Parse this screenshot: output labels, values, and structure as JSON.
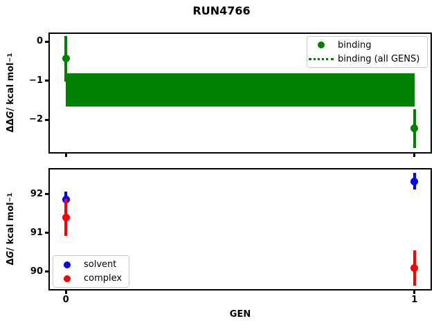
{
  "figure": {
    "title": "RUN4766",
    "background": "#ffffff"
  },
  "colors": {
    "binding": "#008000",
    "solvent": "#0000ff",
    "complex": "#ff0000",
    "spine": "#000000",
    "legend_border": "#cccccc"
  },
  "chart_data": [
    {
      "type": "scatter",
      "subplot": "top",
      "ylabel_text": "ΔΔG / kcal mol⁻¹",
      "ylabel_parts": {
        "prefix": "ΔΔ",
        "italic": "G",
        "unit": " / kcal mol",
        "sup": "−1"
      },
      "xlim": [
        -0.05,
        1.05
      ],
      "ylim": [
        -2.86,
        0.23
      ],
      "grid": false,
      "yticks": [
        {
          "value": 0,
          "label": "0"
        },
        {
          "value": -1,
          "label": "−1"
        },
        {
          "value": -2,
          "label": "−2"
        }
      ],
      "xticks": [
        {
          "value": 0,
          "label": ""
        },
        {
          "value": 1,
          "label": ""
        }
      ],
      "band": {
        "name": "binding (all GENS)",
        "color": "#008000",
        "linestyle": "dotted",
        "x_start": 0,
        "x_end": 1,
        "y_high": -0.82,
        "y_low": -1.66,
        "center": -1.24
      },
      "series": [
        {
          "name": "binding",
          "color": "#008000",
          "marker": "circle",
          "points": [
            {
              "x": 0,
              "y": -0.44,
              "yerr": 0.58
            },
            {
              "x": 1,
              "y": -2.22,
              "yerr": 0.49
            }
          ]
        }
      ],
      "legend": {
        "position": "upper right",
        "items": [
          {
            "label": "binding",
            "swatch": "dot",
            "color": "#008000"
          },
          {
            "label": "binding (all GENS)",
            "swatch": "dotted-line",
            "color": "#008000"
          }
        ]
      }
    },
    {
      "type": "scatter",
      "subplot": "bottom",
      "xlabel": "GEN",
      "ylabel_text": "ΔG / kcal mol⁻¹",
      "ylabel_parts": {
        "prefix": "Δ",
        "italic": "G",
        "unit": " / kcal mol",
        "sup": "−1"
      },
      "xlim": [
        -0.05,
        1.05
      ],
      "ylim": [
        89.51,
        92.67
      ],
      "grid": false,
      "yticks": [
        {
          "value": 92,
          "label": "92"
        },
        {
          "value": 91,
          "label": "91"
        },
        {
          "value": 90,
          "label": "90"
        }
      ],
      "xticks": [
        {
          "value": 0,
          "label": "0"
        },
        {
          "value": 1,
          "label": "1"
        }
      ],
      "series": [
        {
          "name": "solvent",
          "color": "#0000ff",
          "marker": "circle",
          "points": [
            {
              "x": 0,
              "y": 91.86,
              "yerr": 0.2
            },
            {
              "x": 1,
              "y": 92.33,
              "yerr": 0.22
            }
          ]
        },
        {
          "name": "complex",
          "color": "#ff0000",
          "marker": "circle",
          "points": [
            {
              "x": 0,
              "y": 91.4,
              "yerr": 0.48
            },
            {
              "x": 1,
              "y": 90.09,
              "yerr": 0.46
            }
          ]
        }
      ],
      "legend": {
        "position": "lower left",
        "items": [
          {
            "label": "solvent",
            "swatch": "dot",
            "color": "#0000ff"
          },
          {
            "label": "complex",
            "swatch": "dot",
            "color": "#ff0000"
          }
        ]
      }
    }
  ]
}
